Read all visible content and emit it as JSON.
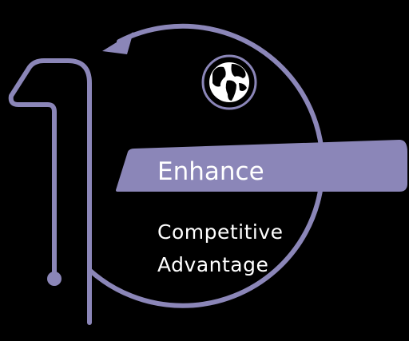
{
  "colors": {
    "background": "#000000",
    "accent": "#8B86B8",
    "headline_text": "#FFFFFF",
    "subtitle_text": "#FFFFFF"
  },
  "icon": {
    "name": "globe-icon"
  },
  "headline": "Enhance",
  "subtitle": {
    "line1": "Competitive",
    "line2": "Advantage"
  }
}
